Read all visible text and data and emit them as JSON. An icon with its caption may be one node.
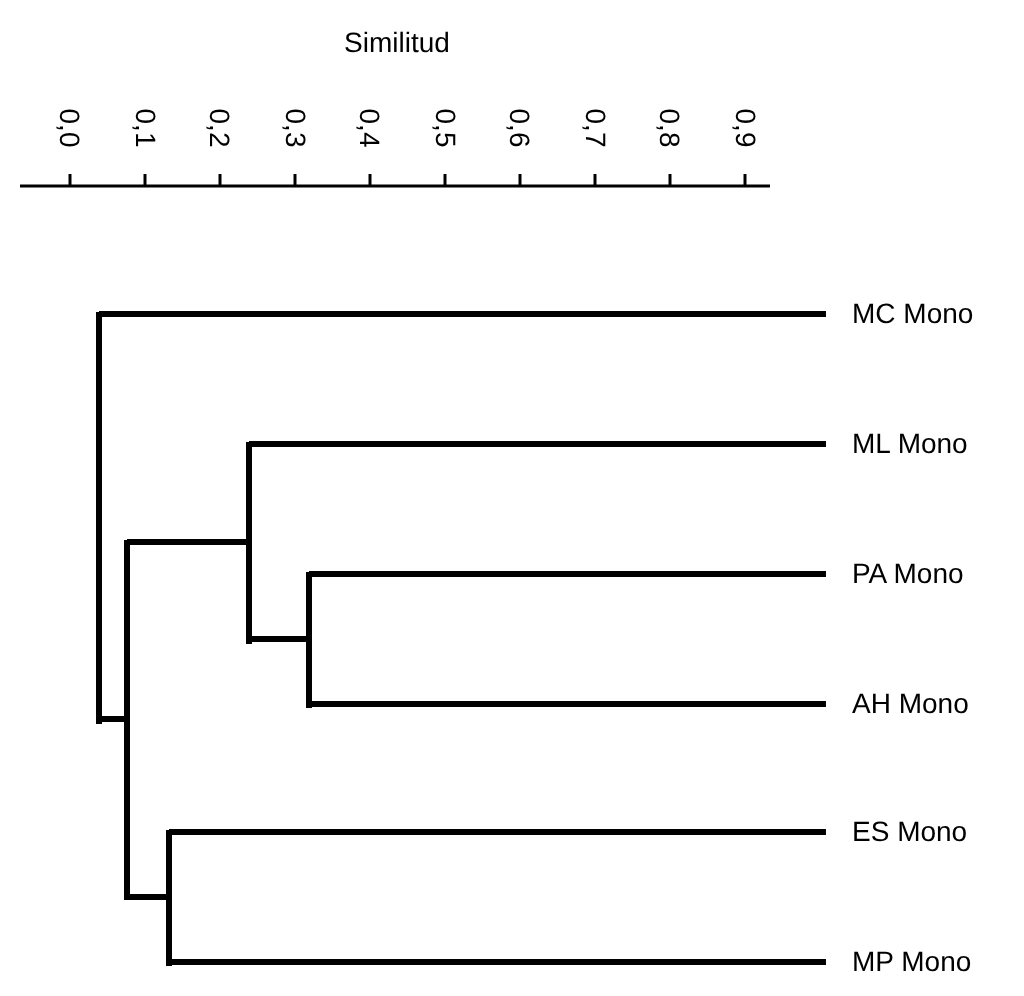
{
  "diagram": {
    "title": "Similitud",
    "nodes": [
      {
        "text": [
          "MC Mono"
        ]
      },
      {
        "text": [
          "ML Mono"
        ]
      },
      {
        "text": [
          "PA Mono"
        ]
      },
      {
        "text": [
          "AH Mono"
        ]
      },
      {
        "text": [
          "ES Mono"
        ]
      },
      {
        "text": [
          "MP Mono"
        ]
      },
      {
        "text": [],
        "shape": "bar"
      },
      {
        "text": [],
        "shape": "bar"
      },
      {
        "text": [],
        "shape": "bar"
      },
      {
        "text": [],
        "shape": "bar"
      },
      {
        "text": [],
        "shape": "bar"
      }
    ],
    "edges": [
      {
        "from": 6,
        "to": 0,
        "arrow": "none"
      },
      {
        "from": 6,
        "to": 7,
        "arrow": "none"
      },
      {
        "from": 7,
        "to": 9,
        "arrow": "none"
      },
      {
        "from": 7,
        "to": 8,
        "arrow": "none"
      },
      {
        "from": 9,
        "to": 1,
        "arrow": "none"
      },
      {
        "from": 9,
        "to": 10,
        "arrow": "none"
      },
      {
        "from": 10,
        "to": 2,
        "arrow": "none"
      },
      {
        "from": 10,
        "to": 3,
        "arrow": "none"
      },
      {
        "from": 8,
        "to": 4,
        "arrow": "none"
      },
      {
        "from": 8,
        "to": 5,
        "arrow": "none"
      }
    ],
    "labels": [
      "0,0",
      "0,1",
      "0,2",
      "0,3",
      "0,4",
      "0,5",
      "0,6",
      "0,7",
      "0,8",
      "0,9"
    ]
  }
}
